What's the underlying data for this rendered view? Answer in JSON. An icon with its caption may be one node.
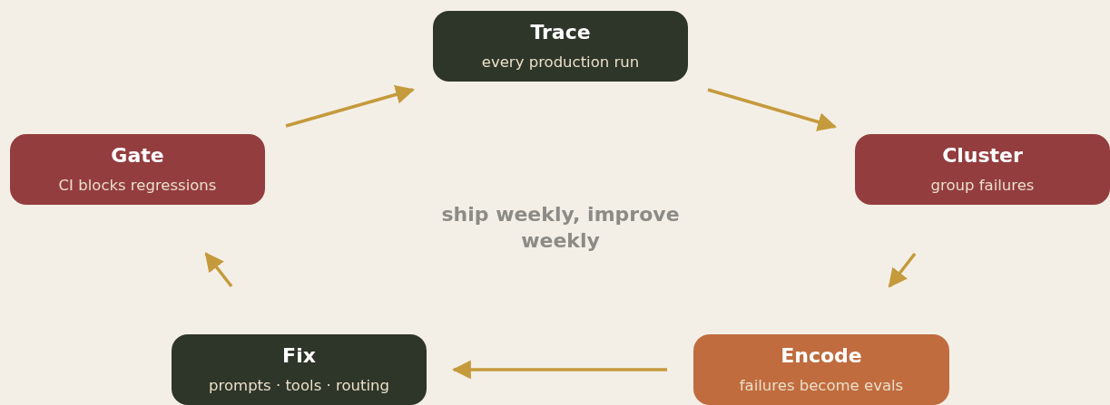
{
  "diagram": {
    "nodes": [
      {
        "text": [
          "Trace",
          "every production run"
        ]
      },
      {
        "text": [
          "Cluster",
          "group failures"
        ]
      },
      {
        "text": [
          "Encode",
          "failures become evals"
        ]
      },
      {
        "text": [
          "Fix",
          "prompts · tools · routing"
        ]
      },
      {
        "text": [
          "Gate",
          "CI blocks regressions"
        ]
      }
    ],
    "edges": [
      {
        "from": 4,
        "to": 0,
        "arrow": "to"
      },
      {
        "from": 0,
        "to": 1,
        "arrow": "to"
      },
      {
        "from": 1,
        "to": 2,
        "arrow": "to"
      },
      {
        "from": 2,
        "to": 3,
        "arrow": "to"
      },
      {
        "from": 3,
        "to": 4,
        "arrow": "to"
      }
    ],
    "labels": [
      "ship weekly, improve weekly"
    ]
  }
}
